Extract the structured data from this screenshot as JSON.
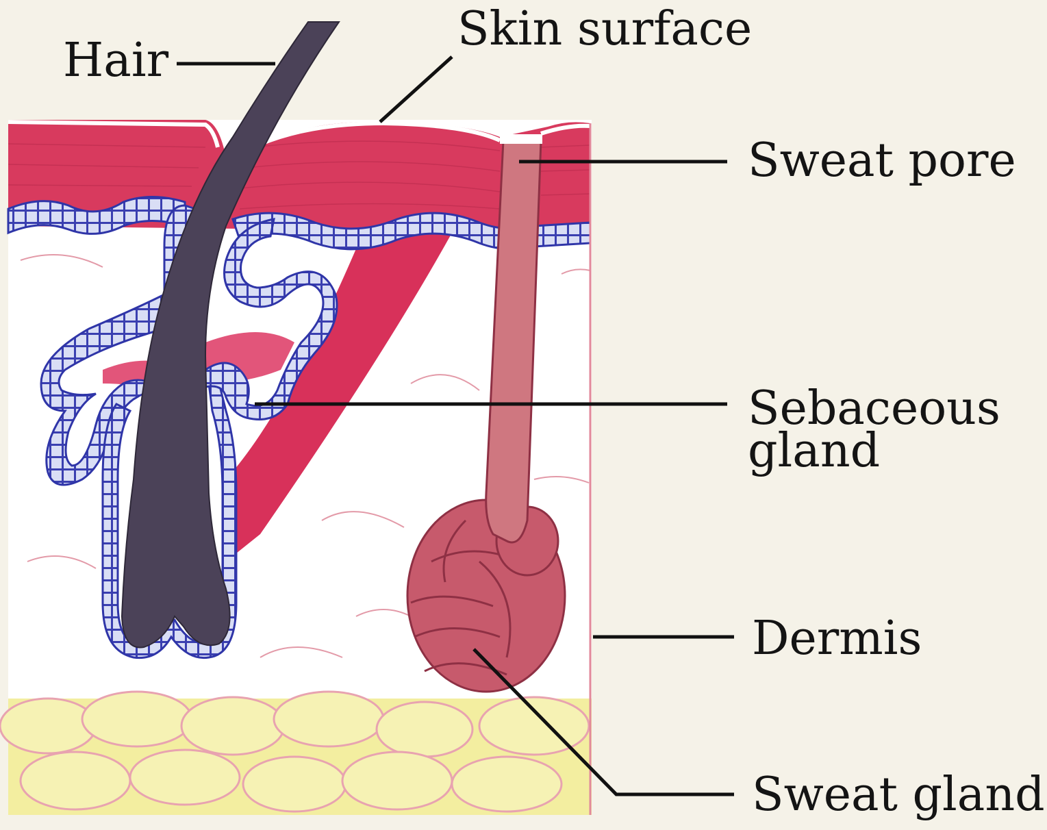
{
  "diagram": {
    "labels": {
      "hair": "Hair",
      "skin_surface": "Skin surface",
      "sweat_pore": "Sweat pore",
      "sebaceous_gland_line1": "Sebaceous",
      "sebaceous_gland_line2": "gland",
      "dermis": "Dermis",
      "sweat_gland": "Sweat gland"
    },
    "colors": {
      "background": "#f5f2e8",
      "epidermis": "#d8315a",
      "epidermis_light": "#e46a86",
      "epithelium_outline": "#3a3fb0",
      "epithelium_fill": "#cdd4f0",
      "hair": "#4b4258",
      "sweat_duct": "#c9606c",
      "sweat_gland": "#c5566a",
      "fat": "#f1ec9a",
      "leader_line": "#111111"
    }
  }
}
